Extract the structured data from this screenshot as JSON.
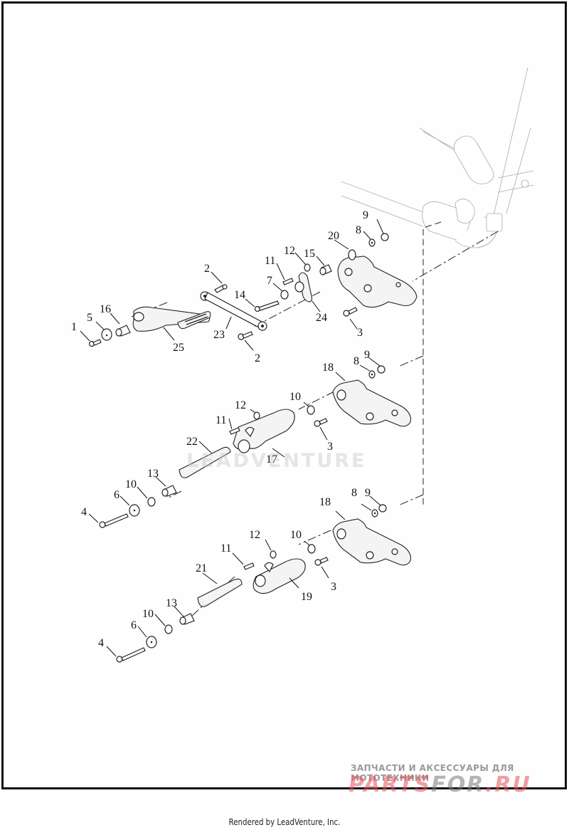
{
  "diagram": {
    "title": "Footrest / Footboard Exploded Parts Diagram",
    "callouts": {
      "top_assembly": [
        "1",
        "5",
        "16",
        "25",
        "2",
        "23",
        "2",
        "14",
        "7",
        "11",
        "12",
        "15",
        "24",
        "20",
        "8",
        "9",
        "3"
      ],
      "middle_assembly": [
        "18",
        "8",
        "9",
        "10",
        "12",
        "11",
        "22",
        "17",
        "3",
        "13",
        "10",
        "6",
        "4"
      ],
      "bottom_assembly": [
        "18",
        "8",
        "9",
        "10",
        "12",
        "11",
        "21",
        "19",
        "3",
        "13",
        "10",
        "6",
        "4"
      ]
    },
    "labels": {
      "c1": "1",
      "c2a": "2",
      "c2b": "2",
      "c3a": "3",
      "c3b": "3",
      "c3c": "3",
      "c4a": "4",
      "c4b": "4",
      "c5": "5",
      "c6a": "6",
      "c6b": "6",
      "c7": "7",
      "c8a": "8",
      "c8b": "8",
      "c8c": "8",
      "c9a": "9",
      "c9b": "9",
      "c9c": "9",
      "c10a": "10",
      "c10b": "10",
      "c10c": "10",
      "c10d": "10",
      "c11a": "11",
      "c11b": "11",
      "c11c": "11",
      "c12a": "12",
      "c12b": "12",
      "c12c": "12",
      "c13a": "13",
      "c13b": "13",
      "c14": "14",
      "c15": "15",
      "c16": "16",
      "c17": "17",
      "c18a": "18",
      "c18b": "18",
      "c19": "19",
      "c20": "20",
      "c21": "21",
      "c22": "22",
      "c23": "23",
      "c24": "24",
      "c25": "25"
    }
  },
  "watermark": {
    "center_text": "LEADVENTURE",
    "ad_subtitle": "ЗАПЧАСТИ И АКСЕССУАРЫ ДЛЯ МОТОТЕХНИКИ",
    "ad_logo_left": "PARTS",
    "ad_logo_mid": "FOR",
    "ad_logo_right": ".RU"
  },
  "footer": {
    "credit": "Rendered by LeadVenture, Inc."
  }
}
